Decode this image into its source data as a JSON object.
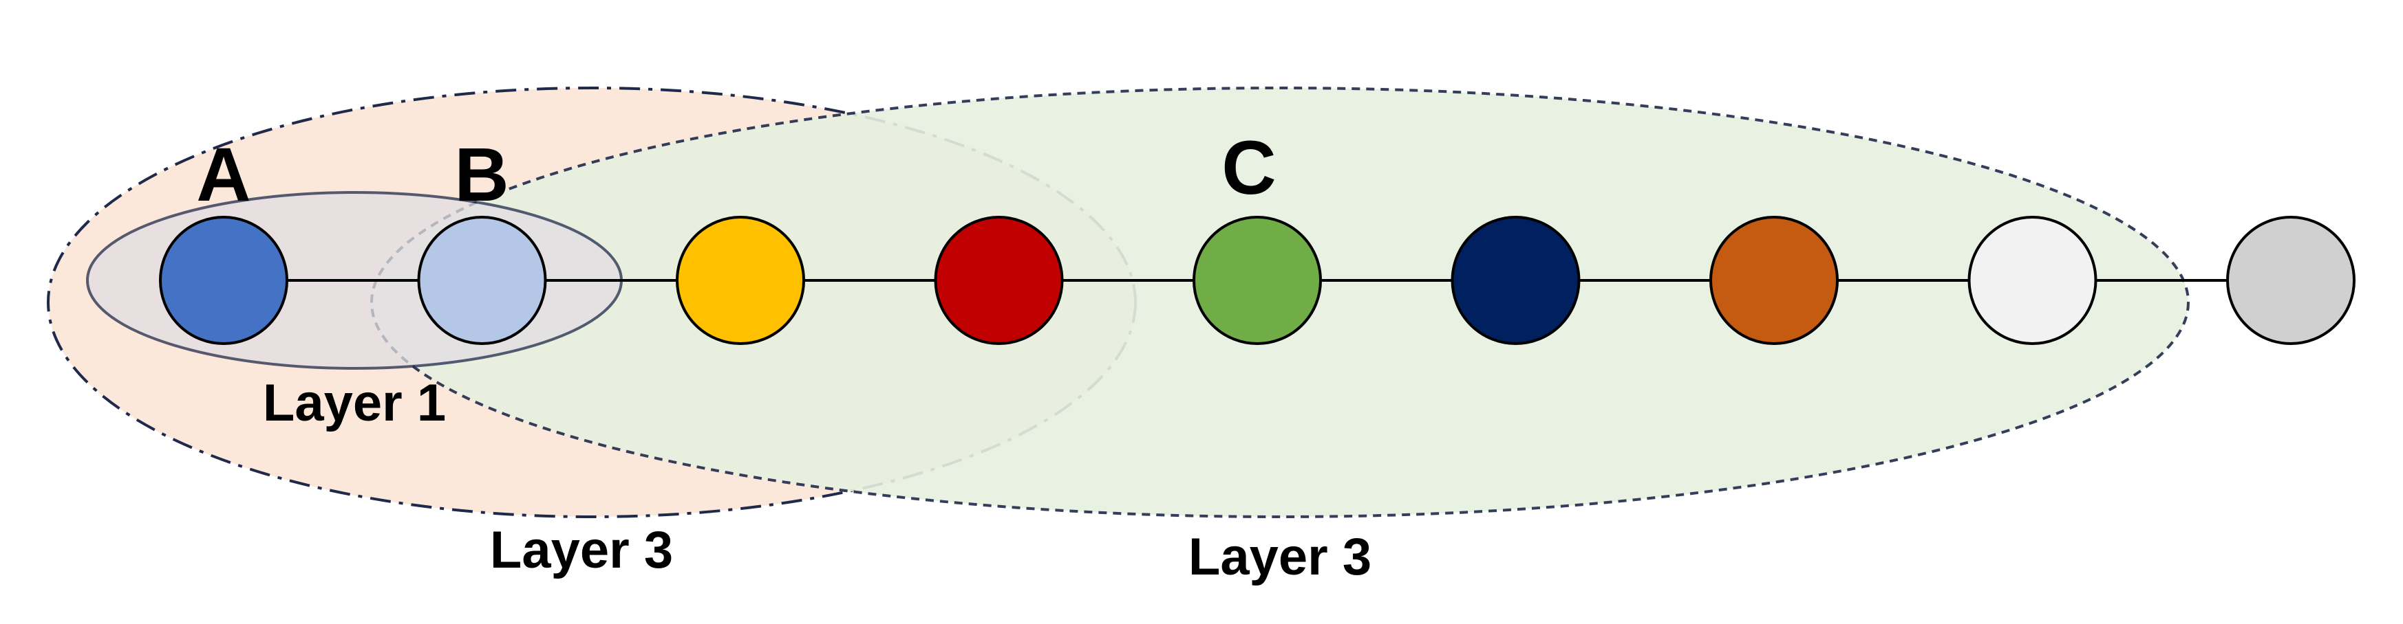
{
  "nodes": [
    {
      "color": "#4472C4"
    },
    {
      "color": "#B4C7E7"
    },
    {
      "color": "#FFC000"
    },
    {
      "color": "#C00000"
    },
    {
      "color": "#70AD47"
    },
    {
      "color": "#002060"
    },
    {
      "color": "#C55A11"
    },
    {
      "color": "#F2F2F2"
    },
    {
      "color": "#D0D0D0"
    }
  ],
  "labels": {
    "a": "A",
    "b": "B",
    "c": "C"
  },
  "layers": {
    "layer1": {
      "label": "Layer 1",
      "fill": "#E2DDE2",
      "stroke": "#1F2A4A",
      "line_style": "solid"
    },
    "layer3_left": {
      "label": "Layer 3",
      "fill": "#FBE8DA",
      "stroke": "#1F2A4A",
      "line_style": "dash-dot"
    },
    "layer3_right": {
      "label": "Layer 3",
      "fill": "#E7F0E0",
      "stroke": "#1F2A4A",
      "line_style": "dashed"
    }
  },
  "colors": {
    "line": "#000000",
    "node_stroke": "#000000"
  }
}
